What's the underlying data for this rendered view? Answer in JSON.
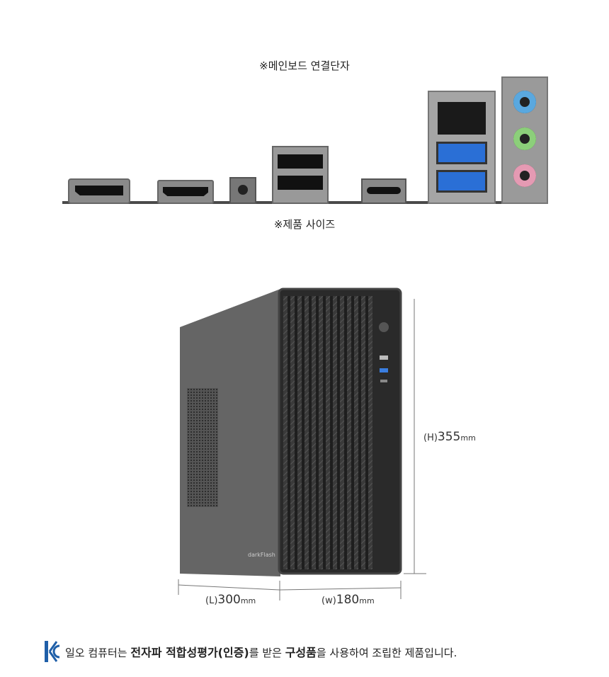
{
  "sections": {
    "connectors_title": "※메인보드 연결단자",
    "size_title": "※제품 사이즈"
  },
  "dimensions": {
    "height": {
      "prefix": "(H)",
      "value": "355",
      "unit": "mm"
    },
    "length": {
      "prefix": "(L)",
      "value": "300",
      "unit": "mm"
    },
    "width": {
      "prefix": "(w)",
      "value": "180",
      "unit": "mm"
    }
  },
  "brand_logo": "darkFlash",
  "kc_notice": {
    "part1": "일오 컴퓨터는 ",
    "part2": "전자파 적합성평가(인증)",
    "part3": "를 받은 ",
    "part4": "구성품",
    "part5": "을 사용하여 조립한 제품입니다."
  },
  "colors": {
    "usb3": "#2a6fd6",
    "audio_blue": "#5aa8df",
    "audio_green": "#8ccf7a",
    "audio_pink": "#e59ab3"
  }
}
